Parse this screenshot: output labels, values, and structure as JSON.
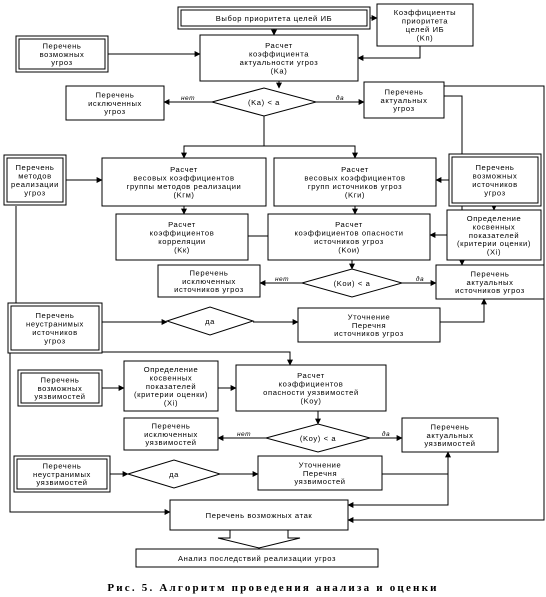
{
  "nodes": {
    "n1": {
      "lines": [
        "Выбор приоритета целей ИБ"
      ]
    },
    "n2": {
      "lines": [
        "Коэффициенты",
        "приоритета",
        "целей ИБ",
        "(Kп)"
      ]
    },
    "n3": {
      "lines": [
        "Перечень",
        "возможных",
        "угроз"
      ]
    },
    "n4": {
      "lines": [
        "Расчет",
        "коэффициента",
        "актуальности угроз",
        "(Kа)"
      ]
    },
    "n5": {
      "lines": [
        "Перечень",
        "исключенных",
        "угроз"
      ]
    },
    "d1": {
      "lines": [
        "(Kа) < а"
      ]
    },
    "n6": {
      "lines": [
        "Перечень",
        "актуальных",
        "угроз"
      ]
    },
    "n7": {
      "lines": [
        "Перечень",
        "методов",
        "реализации",
        "угроз"
      ]
    },
    "n8": {
      "lines": [
        "Расчет",
        "весовых коэффициентов",
        "группы методов реализации",
        "(Kгм)"
      ]
    },
    "n9": {
      "lines": [
        "Расчет",
        "весовых коэффициентов",
        "групп источников угроз",
        "(Kги)"
      ]
    },
    "n10": {
      "lines": [
        "Перечень",
        "возможных",
        "источников",
        "угроз"
      ]
    },
    "n11": {
      "lines": [
        "Расчет",
        "коэффициентов",
        "корреляции",
        "(Kк)"
      ]
    },
    "n12": {
      "lines": [
        "Расчет",
        "коэффициентов опасности",
        "источников угроз",
        "(Kои)"
      ]
    },
    "n13": {
      "lines": [
        "Определение",
        "косвенных",
        "показателей",
        "(критерии оценки)",
        "(Xi)"
      ]
    },
    "n14": {
      "lines": [
        "Перечень",
        "исключенных",
        "источников угроз"
      ]
    },
    "d2": {
      "lines": [
        "(Kои) < а"
      ]
    },
    "n15": {
      "lines": [
        "Перечень",
        "актуальных",
        "источников угроз"
      ]
    },
    "n16": {
      "lines": [
        "Перечень",
        "неустранимых",
        "источников",
        "угроз"
      ]
    },
    "d3": {
      "lines": [
        "да"
      ]
    },
    "n17": {
      "lines": [
        "Уточнение",
        "Перечня",
        "источников угроз"
      ]
    },
    "n18": {
      "lines": [
        "Перечень",
        "возможных",
        "уязвимостей"
      ]
    },
    "n19": {
      "lines": [
        "Определение",
        "косвенных",
        "показателей",
        "(критерии оценки)",
        "(Xi)"
      ]
    },
    "n20": {
      "lines": [
        "Расчет",
        "коэффициентов",
        "опасности уязвимостей",
        "(Kоу)"
      ]
    },
    "n21": {
      "lines": [
        "Перечень",
        "исключенных",
        "уязвимостей"
      ]
    },
    "d4": {
      "lines": [
        "(Kоу) < а"
      ]
    },
    "n22": {
      "lines": [
        "Перечень",
        "актуальных",
        "уязвимостей"
      ]
    },
    "n23": {
      "lines": [
        "Перечень",
        "неустранимых",
        "уязвимостей"
      ]
    },
    "d5": {
      "lines": [
        "да"
      ]
    },
    "n24": {
      "lines": [
        "Уточнение",
        "Перечня",
        "уязвимостей"
      ]
    },
    "n25": {
      "lines": [
        "Перечень возможных атак"
      ]
    },
    "n26": {
      "lines": [
        "Анализ последствий реализации угроз"
      ]
    }
  },
  "edge_labels": {
    "no": "нет",
    "yes": "да"
  },
  "caption": "Рис. 5. Алгоритм проведения анализа и оценки"
}
